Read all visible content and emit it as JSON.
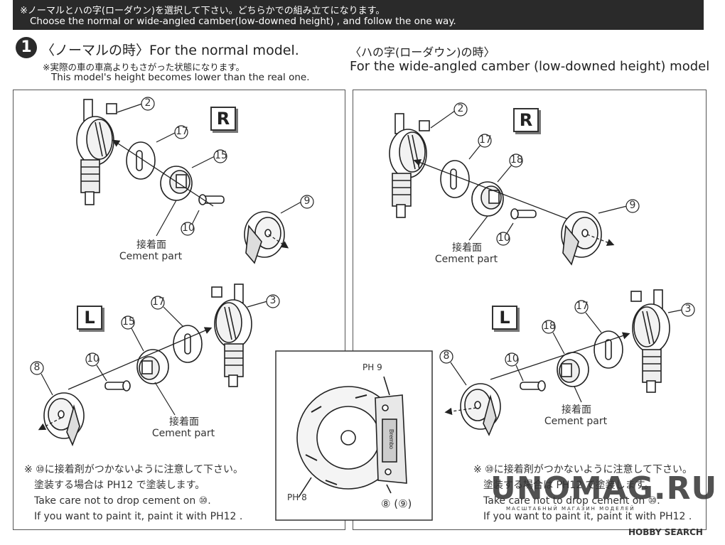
{
  "banner": {
    "line1": "※ノーマルとハの字(ローダウン)を選択して下さい。どちらかでの組み立てになります。",
    "line2": "Choose the normal or wide-angled camber(low-downed height) , and follow the one way."
  },
  "step": {
    "number": "1",
    "normal_title": "〈ノーマルの時〉For the normal model.",
    "normal_note_jp": "※実際の車の車高よりもさがった状態になります。",
    "normal_note_en": "This model's height becomes lower than the real one.",
    "wide_title_jp": "〈ハの字(ローダウン)の時〉",
    "wide_title_en": "For the wide-angled camber (low-downed height) model"
  },
  "left_panel": {
    "right_badge": "R",
    "left_badge": "L",
    "parts_r": [
      "2",
      "17",
      "15",
      "9",
      "10"
    ],
    "parts_l": [
      "17",
      "3",
      "15",
      "10",
      "8"
    ],
    "cement_jp": "接着面",
    "cement_en": "Cement part",
    "note_line1": "※ ⑩に接着剤がつかないように注意して下さい。",
    "note_line2": "塗装する場合は PH12 で塗装します。",
    "note_line3": "Take care not to drop cement on ⑩.",
    "note_line4": "If you want to paint it, paint it with PH12 ."
  },
  "right_panel": {
    "right_badge": "R",
    "left_badge": "L",
    "parts_r": [
      "2",
      "17",
      "18",
      "9",
      "10"
    ],
    "parts_l": [
      "17",
      "3",
      "18",
      "10",
      "8"
    ],
    "cement_jp": "接着面",
    "cement_en": "Cement part",
    "note_line1": "※ ⑩に接着剤がつかないように注意して下さい。",
    "note_line2": "塗装する場合は PH12 で塗装します。",
    "note_line3": "Take care not to drop cement on ⑩.",
    "note_line4": "If you want to paint it, paint it with PH12 ."
  },
  "inset": {
    "paint_caliper": "PH 9",
    "paint_disc": "PH 8",
    "part_label": "⑧ (⑨)",
    "caliper_text": "Brembo"
  },
  "watermark": {
    "main": "UNOMAG.RU",
    "sub": "МАСШТАБНЫЙ МАГАЗИН МОДЕЛЕЙ",
    "corner": "HOBBY SEARCH"
  }
}
